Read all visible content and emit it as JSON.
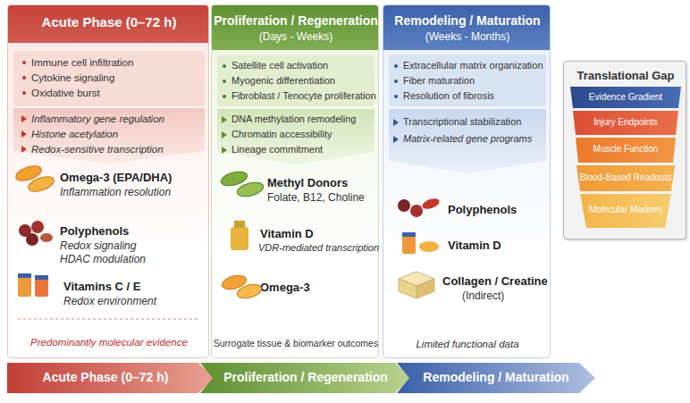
{
  "diagram": {
    "nodes": [
      {
        "text": [
          "Acute Phase (0–72 h)",
          "Omega-3 (EPA/DHA)",
          "Inflammation resolution",
          "Polyphenols",
          "Redox signaling HDAC modulation",
          "Vitamins C / E",
          "Redox environment",
          "Predominantly molecular evidence"
        ]
      },
      {
        "text": [
          "Immune cell infiltration",
          "Cytokine signaling",
          "Oxidative burst"
        ],
        "in": 0
      },
      {
        "text": [
          "Inflammatory gene regulation",
          "Histone acetylation",
          "Redox-sensitive transcription"
        ],
        "in": 0
      },
      {
        "text": [
          "Proliferation / Regeneration",
          "(Days - Weeks)",
          "Methyl Donors",
          "Folate, B12, Choline",
          "Vitamin D",
          "VDR-mediated transcription",
          "Omega-3",
          "Surrogate tissue & biomarker outcomes"
        ]
      },
      {
        "text": [
          "Satellite cell activation",
          "Myogenic differentiation",
          "Fibroblast / Tenocyte proliferation"
        ],
        "in": 3
      },
      {
        "text": [
          "DNA methylation remodeling",
          "Chromatin accessibility",
          "Lineage commitment"
        ],
        "in": 3
      },
      {
        "text": [
          "Remodeling / Maturation",
          "(Weeks - Months)",
          "Polyphenols",
          "Vitamin D",
          "Collagen / Creatine",
          "(Indirect)",
          "Limited functional data"
        ]
      },
      {
        "text": [
          "Extracellular matrix organization",
          "Fiber maturation",
          "Resolution of fibrosis"
        ],
        "in": 6
      },
      {
        "text": [
          "Transcriptional stabilization",
          "Matrix-related gene programs"
        ],
        "in": 6
      },
      {
        "text": [
          "Translational Gap"
        ]
      },
      {
        "text": [
          "Evidence Gradient"
        ],
        "in": 9
      },
      {
        "text": [
          "Injury Endpoints"
        ],
        "in": 9
      },
      {
        "text": [
          "Muscle Function"
        ],
        "in": 9
      },
      {
        "text": [
          "Blood-Based Readouts"
        ],
        "in": 9
      },
      {
        "text": [
          "Molecular Markers"
        ],
        "in": 9
      },
      {
        "text": [
          "Acute Phase (0–72 h)"
        ]
      },
      {
        "text": [
          "Proliferation / Regeneration"
        ]
      },
      {
        "text": [
          "Remodeling / Maturation"
        ]
      }
    ]
  }
}
